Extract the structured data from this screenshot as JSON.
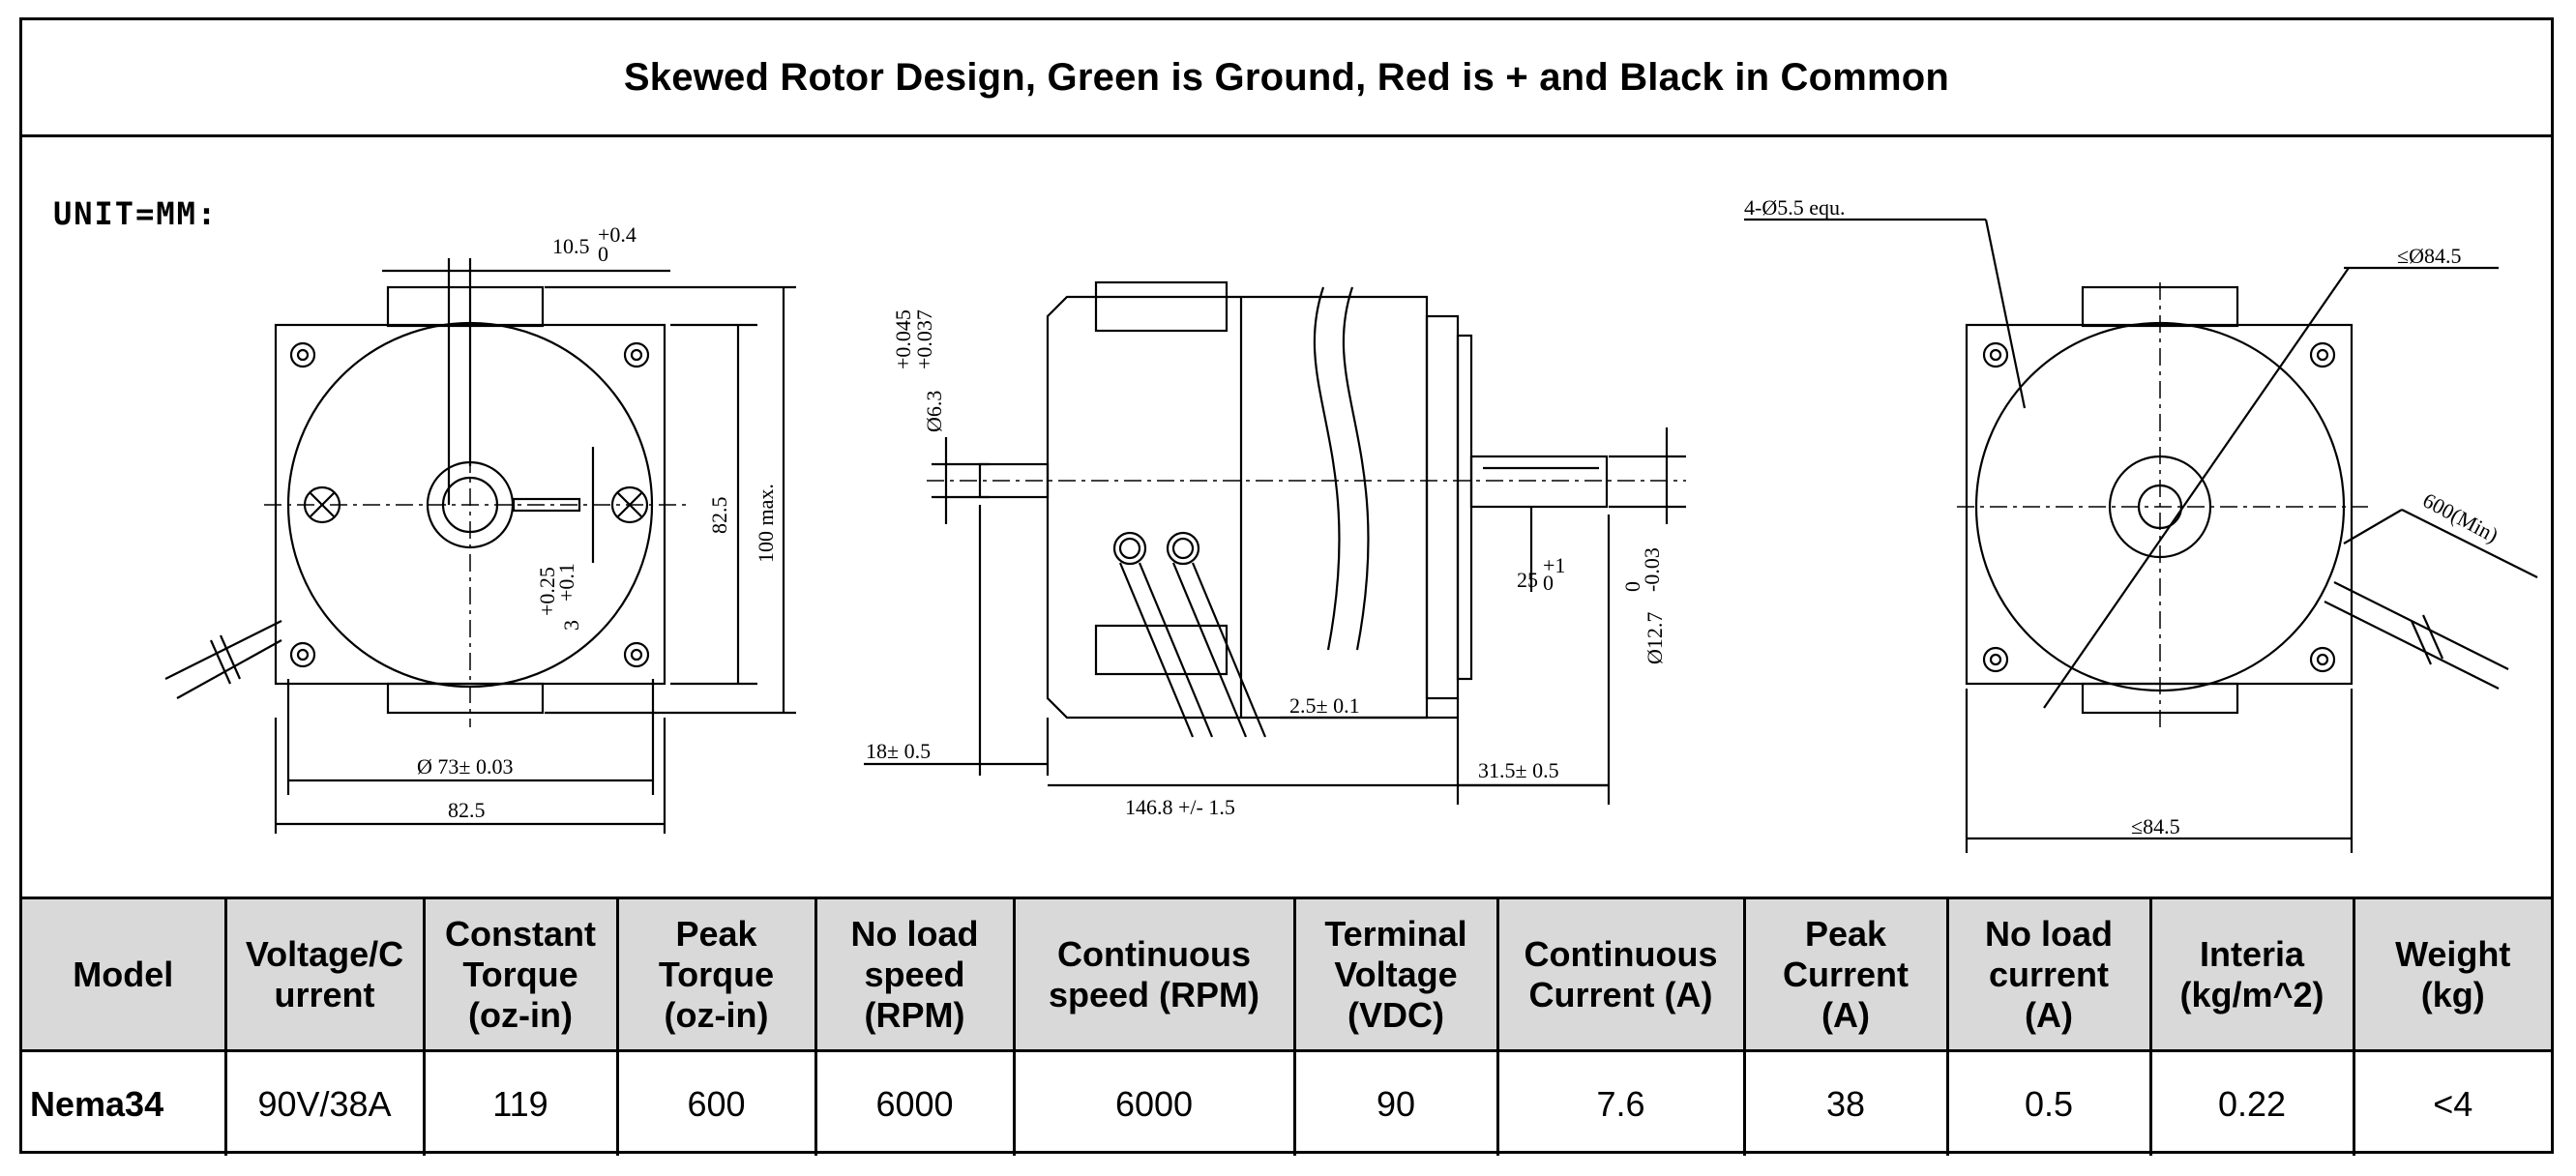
{
  "title": "Skewed Rotor Design, Green is Ground, Red is + and Black in Common",
  "drawing": {
    "unit": "UNIT=MM:",
    "left_view": {
      "dim_top": "10.5",
      "dim_top_tol": "+0.4",
      "dim_top_tol2": "0",
      "dim_inner_h": "82.5",
      "dim_outer_h": "100 max.",
      "dim_offset": "3",
      "dim_offset_tol": "+0.25",
      "dim_offset_tol2": "+0.1",
      "dim_pilot": "Ø 73± 0.03",
      "dim_width": "82.5"
    },
    "side_view": {
      "dim_shaft_dia": "Ø6.3",
      "dim_shaft_tol": "+0.045",
      "dim_shaft_tol2": "+0.037",
      "dim_rear_shaft": "18± 0.5",
      "dim_flange": "2.5± 0.1",
      "dim_front_shaft": "31.5± 0.5",
      "dim_length": "146.8 +/- 1.5",
      "dim_key": "25",
      "dim_key_tol": "+1",
      "dim_key_tol2": "0",
      "dim_front_dia": "Ø12.7",
      "dim_front_tol": "0",
      "dim_front_tol2": "-0.03"
    },
    "right_view": {
      "dim_holes": "4-Ø5.5 equ.",
      "dim_bolt_circle": "≤Ø84.5",
      "dim_lead": "600(Min)",
      "dim_width": "≤84.5"
    }
  },
  "table": {
    "headers": [
      [
        "Model"
      ],
      [
        "Voltage/C",
        "urrent"
      ],
      [
        "Constant",
        "Torque",
        "(oz-in)"
      ],
      [
        "Peak",
        "Torque",
        "(oz-in)"
      ],
      [
        "No load",
        "speed",
        "(RPM)"
      ],
      [
        "Continuous",
        "speed (RPM)"
      ],
      [
        "Terminal",
        "Voltage",
        "(VDC)"
      ],
      [
        "Continuous",
        "Current (A)"
      ],
      [
        "Peak",
        "Current",
        "(A)"
      ],
      [
        "No load",
        "current",
        "(A)"
      ],
      [
        "Interia",
        "(kg/m^2)"
      ],
      [
        "Weight",
        "(kg)"
      ]
    ],
    "rows": [
      [
        "Nema34",
        "90V/38A",
        "119",
        "600",
        "6000",
        "6000",
        "90",
        "7.6",
        "38",
        "0.5",
        "0.22",
        "<4"
      ]
    ]
  }
}
